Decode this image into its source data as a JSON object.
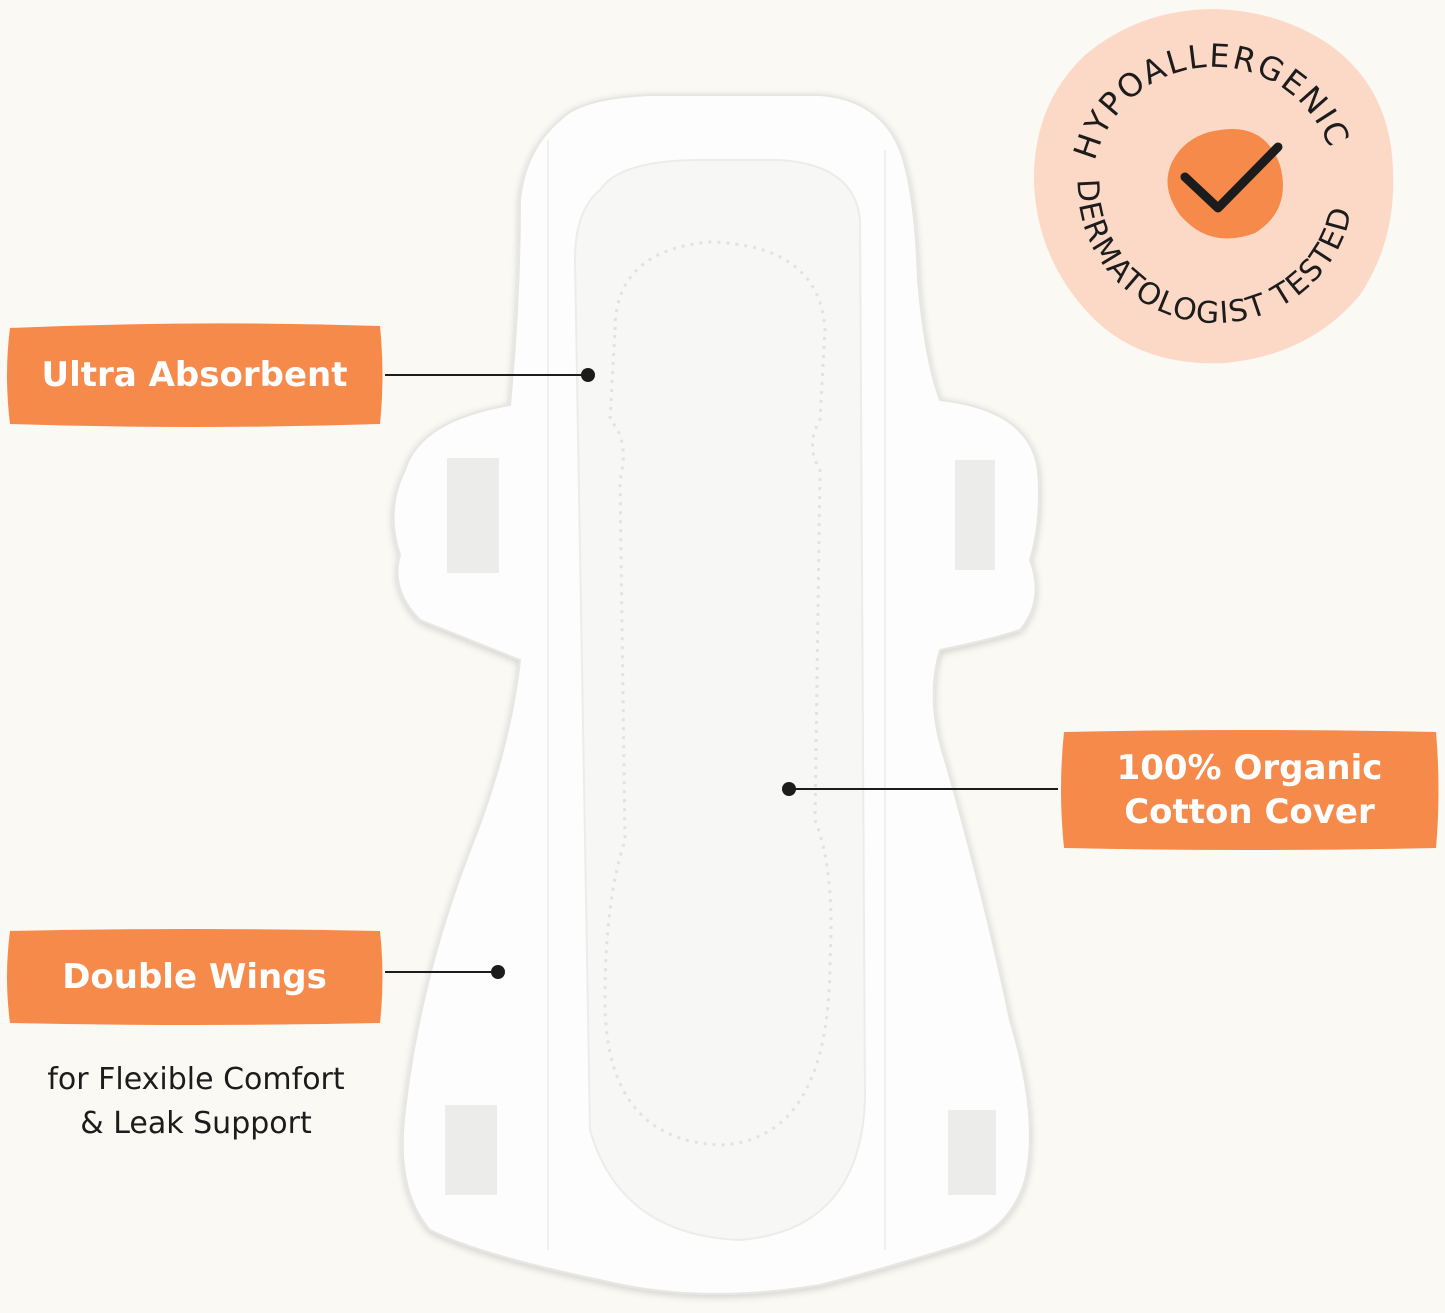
{
  "labels": {
    "ultra_absorbent": "Ultra Absorbent",
    "double_wings": "Double Wings",
    "organic_line1": "100% Organic",
    "organic_line2": "Cotton Cover"
  },
  "caption": {
    "line1": "for Flexible Comfort",
    "line2": "& Leak Support"
  },
  "badge": {
    "top_text": "HYPOALLERGENIC",
    "bottom_text": "DERMATOLOGIST TESTED",
    "icon": "check-icon"
  },
  "colors": {
    "background": "#fbf9f4",
    "label_orange": "#f58a4b",
    "badge_peach": "#fcd9c6",
    "badge_check_blob": "#f58a4b",
    "pad_white": "#ffffff",
    "text_dark": "#1c1c1c"
  }
}
